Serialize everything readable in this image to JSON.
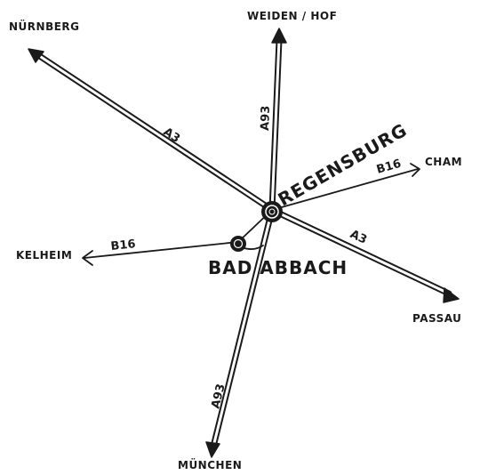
{
  "destinations": {
    "nuernberg": "NÜRNBERG",
    "weiden_hof": "WEIDEN / HOF",
    "cham": "CHAM",
    "kelheim": "KELHEIM",
    "passau": "PASSAU",
    "muenchen": "MÜNCHEN"
  },
  "roads": {
    "a3_west": "A3",
    "a3_east": "A3",
    "a93_north": "A93",
    "a93_south": "A93",
    "b16_east": "B16",
    "b16_west": "B16"
  },
  "cities": {
    "regensburg": "REGENSBURG",
    "bad_abbach": "BAD ABBACH"
  },
  "colors": {
    "ink": "#1a1a1a",
    "paper": "#ffffff"
  }
}
